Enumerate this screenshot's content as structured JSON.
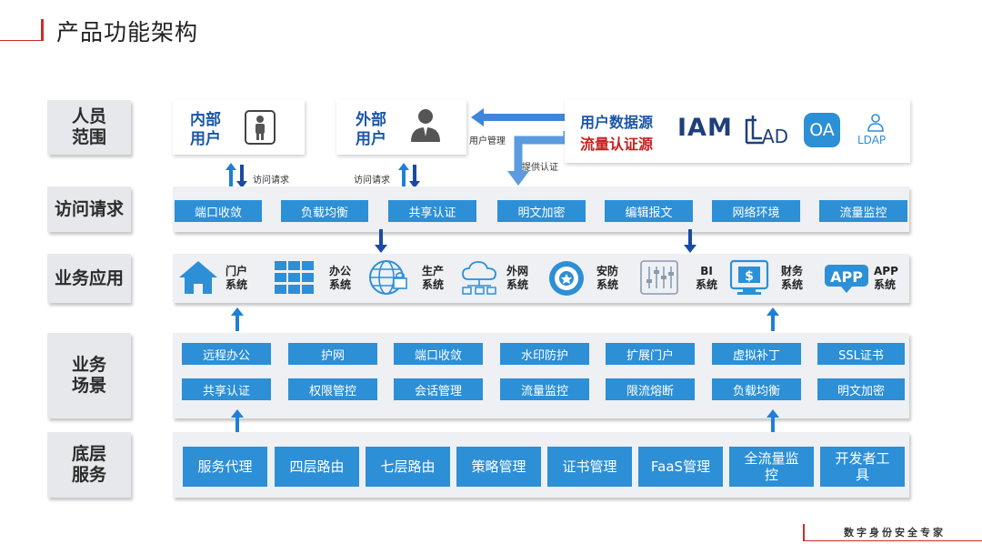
{
  "title": "产品功能架构",
  "rows": {
    "r1": "人员\n范围",
    "r2": "访问请求",
    "r3": "业务应用",
    "r4": "业务\n场景",
    "r5": "底层\n服务"
  },
  "users": {
    "internal": "内部\n用户",
    "external": "外部\n用户"
  },
  "arrows": {
    "req1": "访问请求",
    "req2": "访问请求",
    "user_mgmt": "用户管理",
    "provide_auth": "提供认证"
  },
  "source": {
    "line1": "用户数据源",
    "line2": "流量认证源",
    "iam": "IAM",
    "ad": "AD",
    "oa": "OA",
    "ldap": "LDAP"
  },
  "access_tags": [
    "端口收敛",
    "负载均衡",
    "共享认证",
    "明文加密",
    "编辑报文",
    "网络环境",
    "流量监控"
  ],
  "apps": [
    "门户\n系统",
    "办公\n系统",
    "生产\n系统",
    "外网\n系统",
    "安防\n系统",
    "BI\n系统",
    "财务\n系统",
    "APP\n系统"
  ],
  "scenario_row1": [
    "远程办公",
    "护网",
    "端口收敛",
    "水印防护",
    "扩展门户",
    "虚拟补丁",
    "SSL证书"
  ],
  "scenario_row2": [
    "共享认证",
    "权限管控",
    "会话管理",
    "流量监控",
    "限流熔断",
    "负载均衡",
    "明文加密"
  ],
  "services": [
    "服务代理",
    "四层路由",
    "七层路由",
    "策略管理",
    "证书管理",
    "FaaS管理",
    "全流量监\n控",
    "开发者工\n具"
  ],
  "footer": "数字身份安全专家",
  "colors": {
    "tag_blue": "#2d8fd6",
    "title_blue": "#1a56a8",
    "accent_red": "#c8201e",
    "panel_gray": "#eef0f3"
  }
}
